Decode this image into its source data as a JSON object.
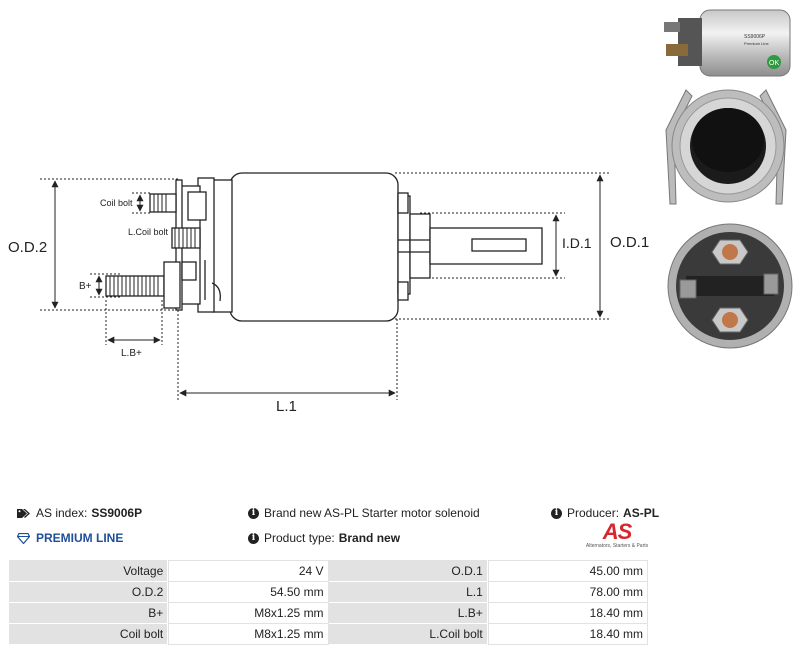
{
  "diagram": {
    "labels": {
      "od2": "O.D.2",
      "od1": "O.D.1",
      "id1": "I.D.1",
      "l1": "L.1",
      "lbplus": "L.B+",
      "bplus": "B+",
      "coil_bolt": "Coil bolt",
      "l_coil_bolt": "L.Coil bolt"
    },
    "photo_label": {
      "line1": "SS9006P",
      "line2": "Premium Line",
      "ok": "OK"
    }
  },
  "info": {
    "as_index_label": "AS index:",
    "as_index_value": "SS9006P",
    "description": "Brand new AS-PL Starter motor solenoid",
    "producer_label": "Producer:",
    "producer_value": "AS-PL",
    "premium_line": "PREMIUM LINE",
    "product_type_label": "Product type:",
    "product_type_value": "Brand new",
    "logo_mark": "AS",
    "logo_sub": "Alternators, Starters & Parts"
  },
  "specs": [
    {
      "label": "Voltage",
      "value": "24 V",
      "label2": "O.D.1",
      "value2": "45.00 mm"
    },
    {
      "label": "O.D.2",
      "value": "54.50 mm",
      "label2": "L.1",
      "value2": "78.00 mm"
    },
    {
      "label": "B+",
      "value": "M8x1.25 mm",
      "label2": "L.B+",
      "value2": "18.40 mm"
    },
    {
      "label": "Coil bolt",
      "value": "M8x1.25 mm",
      "label2": "L.Coil bolt",
      "value2": "18.40 mm"
    }
  ],
  "colors": {
    "accent_blue": "#1f4e9a",
    "logo_red": "#d7262e",
    "table_label_bg": "#e2e2e2"
  }
}
